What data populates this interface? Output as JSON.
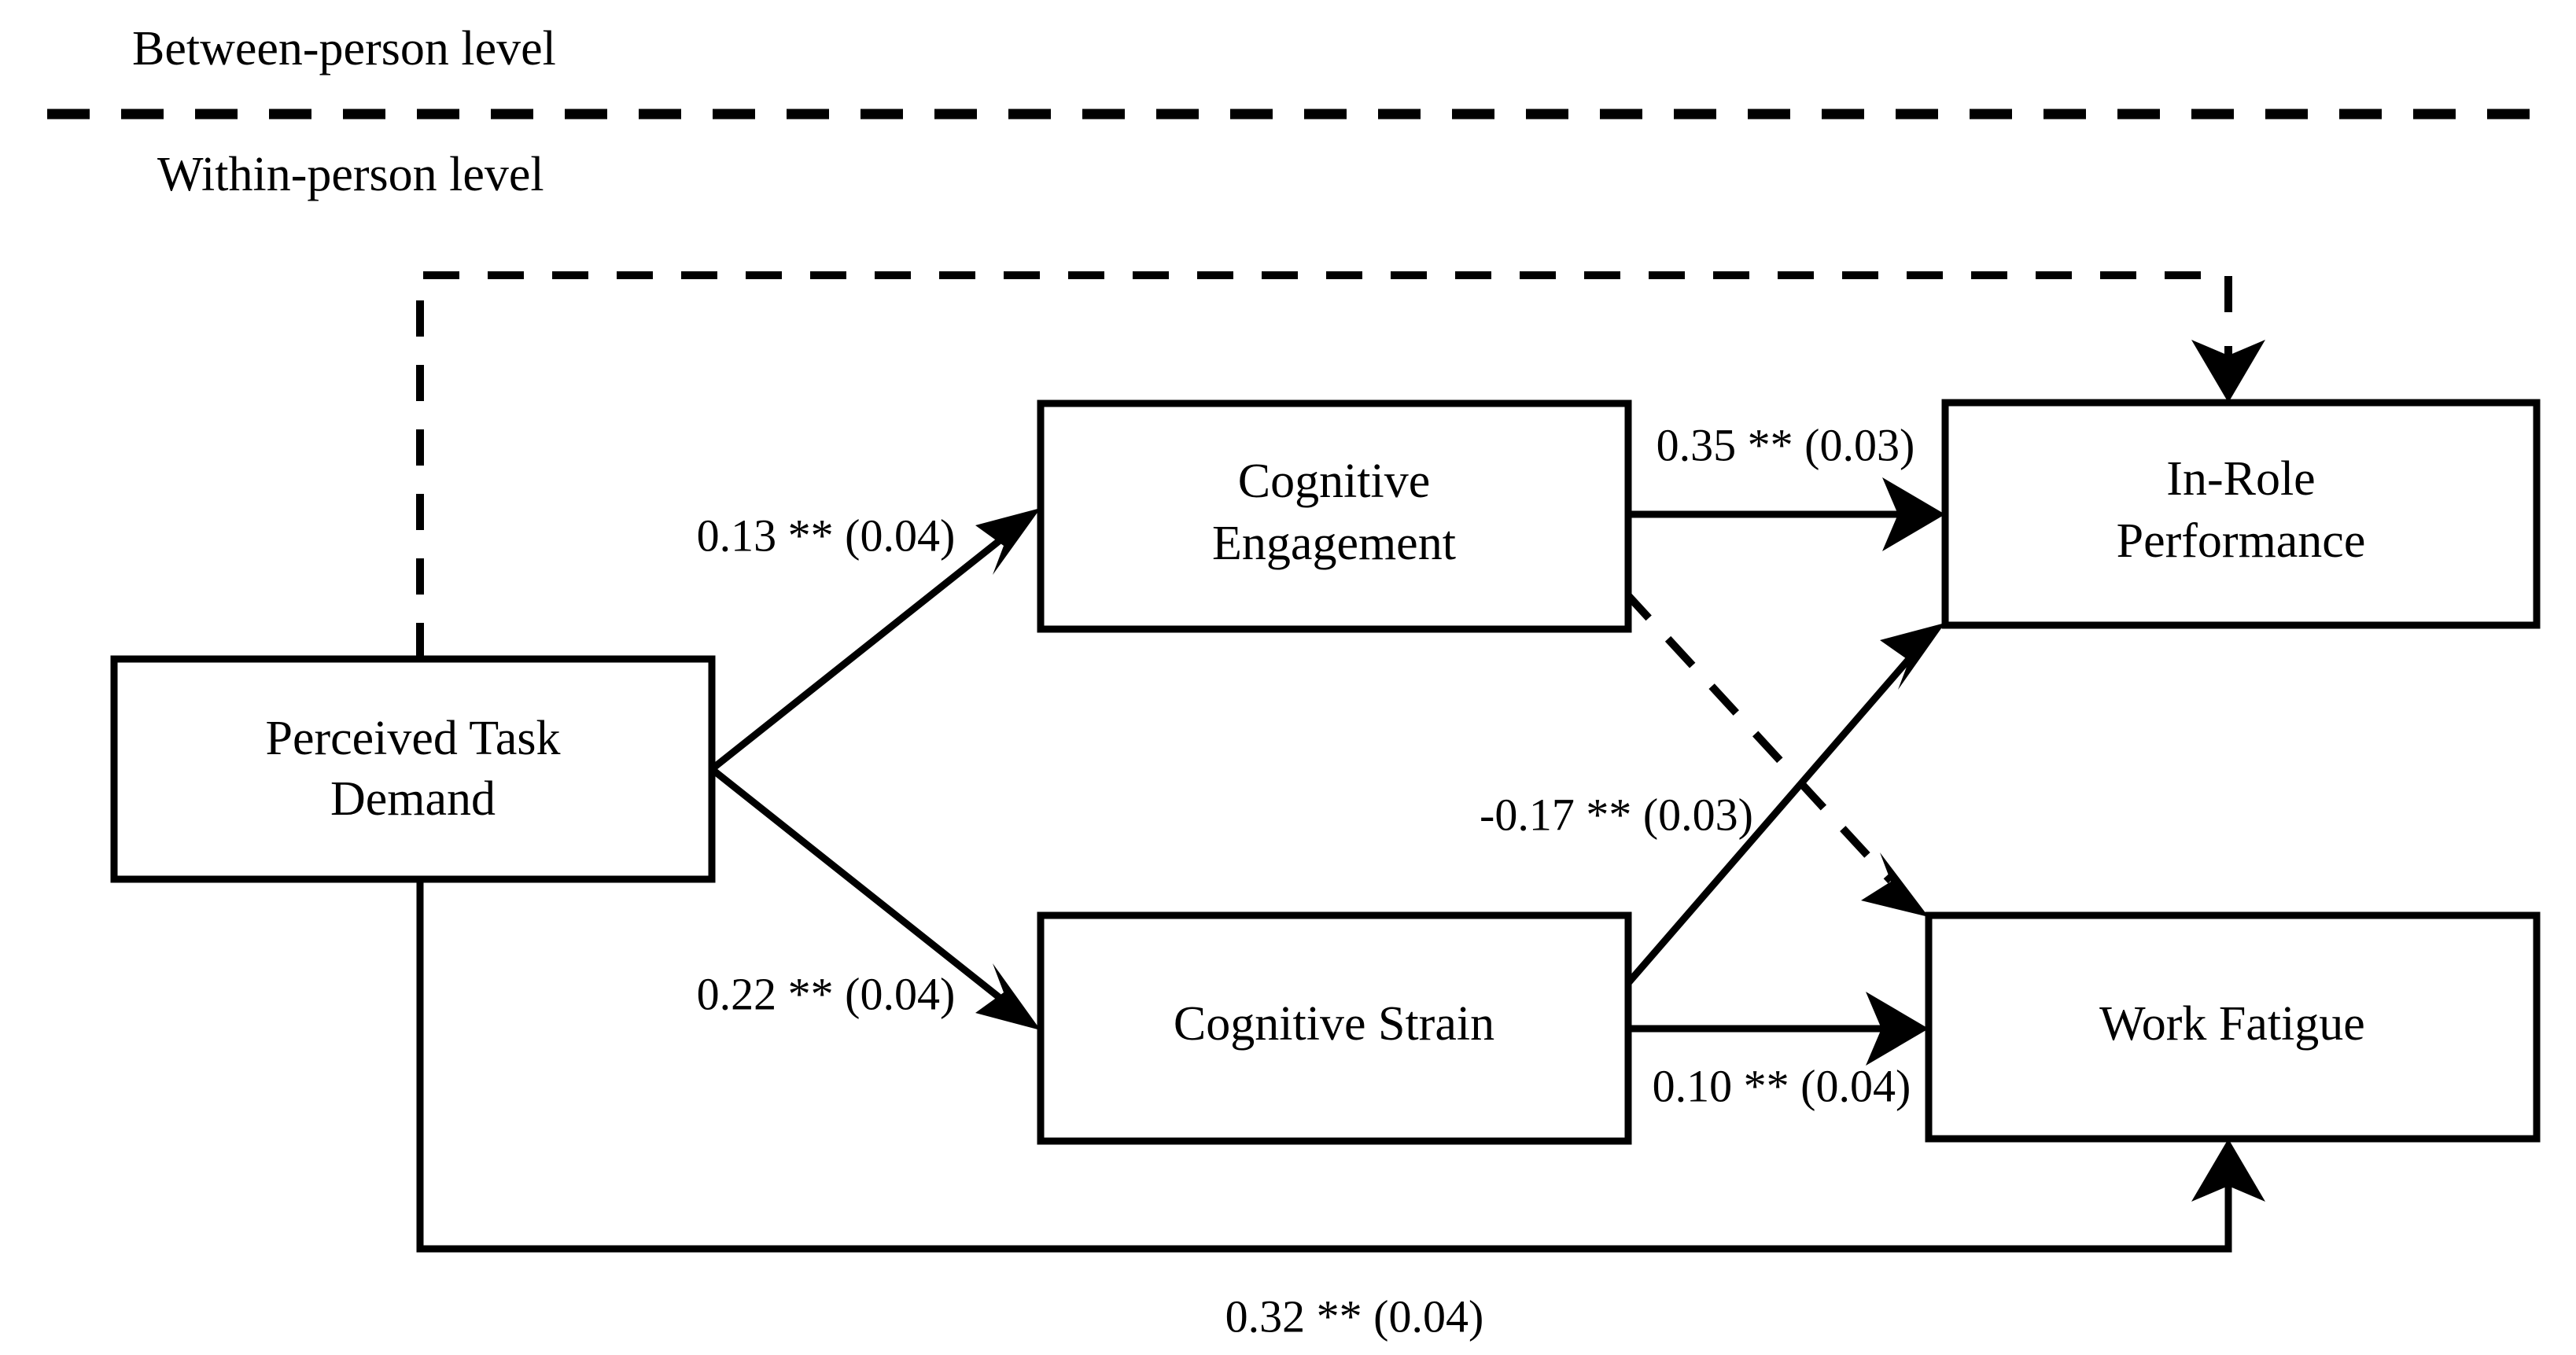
{
  "figure": {
    "type": "path-diagram",
    "background_color": "#ffffff",
    "line_color": "#000000"
  },
  "levels": {
    "between": "Between-person level",
    "within": "Within-person level"
  },
  "nodes": [
    {
      "id": "perceived-task-demand",
      "line1": "Perceived Task",
      "line2": "Demand"
    },
    {
      "id": "cognitive-engagement",
      "line1": "Cognitive",
      "line2": "Engagement"
    },
    {
      "id": "cognitive-strain",
      "line1": "Cognitive Strain",
      "line2": ""
    },
    {
      "id": "in-role-performance",
      "line1": "In-Role",
      "line2": "Performance"
    },
    {
      "id": "work-fatigue",
      "line1": "Work Fatigue",
      "line2": ""
    }
  ],
  "paths": [
    {
      "id": "ptd-to-ce",
      "from": "perceived-task-demand",
      "to": "cognitive-engagement",
      "style": "solid",
      "estimate": "0.13",
      "stars": "**",
      "se": "(0.04)",
      "label": "0.13 ** (0.04)"
    },
    {
      "id": "ptd-to-cs",
      "from": "perceived-task-demand",
      "to": "cognitive-strain",
      "style": "solid",
      "estimate": "0.22",
      "stars": "**",
      "se": "(0.04)",
      "label": "0.22 ** (0.04)"
    },
    {
      "id": "ce-to-irp",
      "from": "cognitive-engagement",
      "to": "in-role-performance",
      "style": "solid",
      "estimate": "0.35",
      "stars": "**",
      "se": "(0.03)",
      "label": "0.35 ** (0.03)"
    },
    {
      "id": "cs-to-irp",
      "from": "cognitive-strain",
      "to": "in-role-performance",
      "style": "solid",
      "estimate": "-0.17",
      "stars": "**",
      "se": "(0.03)",
      "label": "-0.17 ** (0.03)"
    },
    {
      "id": "cs-to-wf",
      "from": "cognitive-strain",
      "to": "work-fatigue",
      "style": "solid",
      "estimate": "0.10",
      "stars": "**",
      "se": "(0.04)",
      "label": "0.10 ** (0.04)"
    },
    {
      "id": "ptd-to-wf",
      "from": "perceived-task-demand",
      "to": "work-fatigue",
      "style": "solid",
      "estimate": "0.32",
      "stars": "**",
      "se": "(0.04)",
      "label": "0.32 ** (0.04)"
    },
    {
      "id": "ptd-to-irp-dashed",
      "from": "perceived-task-demand",
      "to": "in-role-performance",
      "style": "dashed",
      "estimate": "",
      "stars": "",
      "se": "",
      "label": ""
    },
    {
      "id": "ce-to-wf-dashed",
      "from": "cognitive-engagement",
      "to": "work-fatigue",
      "style": "dashed",
      "estimate": "",
      "stars": "",
      "se": "",
      "label": ""
    }
  ]
}
